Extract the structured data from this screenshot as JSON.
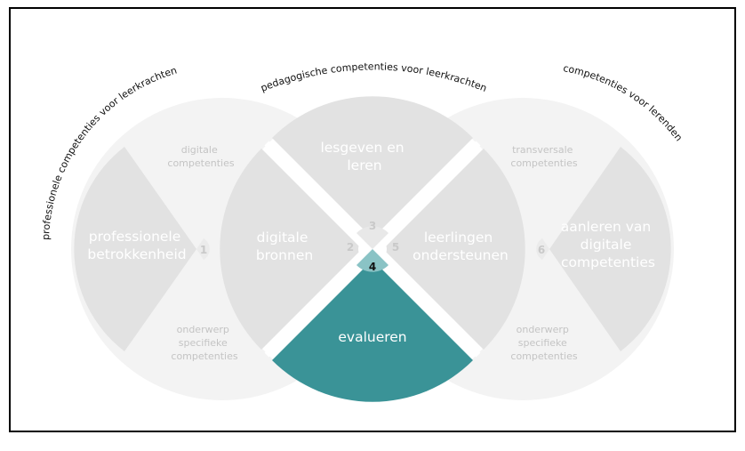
{
  "colors": {
    "outer_circle": "#f3f3f3",
    "sector": "#e2e2e2",
    "small_text": "#c4c4c4",
    "highlight": "#3a9397",
    "highlight_badge": "#8ac3c5",
    "frame": "#000000"
  },
  "arc_titles": {
    "left": "professionele competenties voor leerkrachten",
    "center": "pedagogische competenties voor leerkrachten",
    "right": "competenties voor lerenden"
  },
  "left_circle": {
    "sector_label": [
      "professionele",
      "betrokkenheid"
    ],
    "number": "1",
    "top_note": [
      "digitale",
      "competenties"
    ],
    "bottom_note": [
      "onderwerp",
      "specifieke",
      "competenties"
    ]
  },
  "center_circle": {
    "top_label": [
      "lesgeven en",
      "leren"
    ],
    "left_label": [
      "digitale",
      "bronnen"
    ],
    "right_label": [
      "leerlingen",
      "ondersteunen"
    ],
    "bottom_label": [
      "evalueren"
    ],
    "numbers": {
      "top": "3",
      "left": "2",
      "right": "5",
      "bottom": "4"
    }
  },
  "right_circle": {
    "sector_label": [
      "aanleren van",
      "digitale",
      "competenties"
    ],
    "number": "6",
    "top_note": [
      "transversale",
      "competenties"
    ],
    "bottom_note": [
      "onderwerp",
      "specifieke",
      "competenties"
    ]
  }
}
